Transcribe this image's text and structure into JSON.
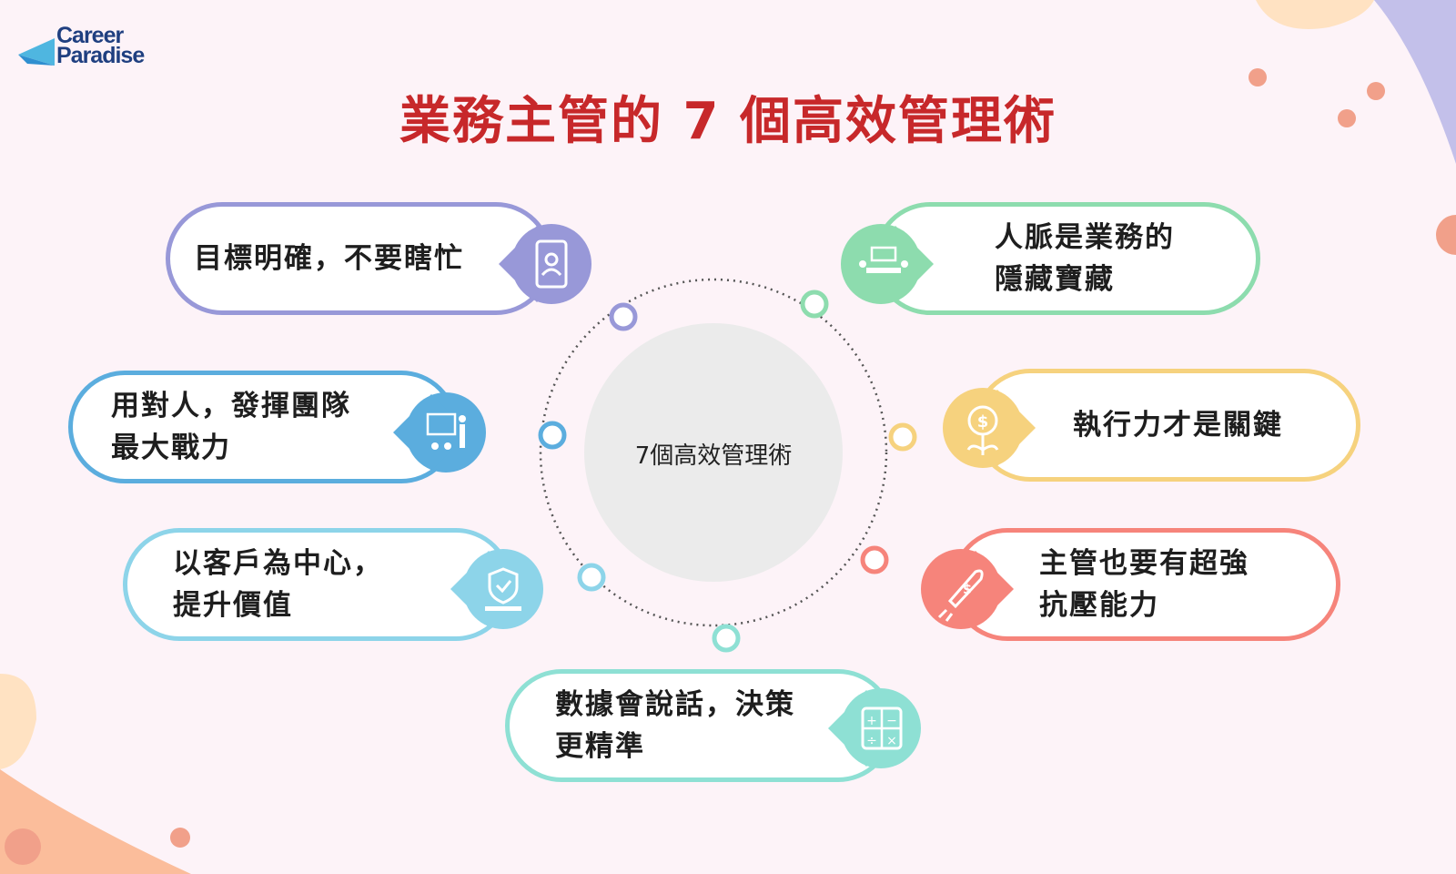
{
  "logo": {
    "line1": "Career",
    "line2": "Paradise"
  },
  "title": "業務主管的 7 個高效管理術",
  "center": "7個高效管理術",
  "items": [
    {
      "text": "目標明確，不要瞎忙",
      "color": "#9898d8",
      "icon": "clipboard-id-icon"
    },
    {
      "text": "人脈是業務的\n隱藏寶藏",
      "color": "#8ddcae",
      "icon": "meeting-icon"
    },
    {
      "text": "用對人，發揮團隊\n最大戰力",
      "color": "#5badde",
      "icon": "team-presentation-icon"
    },
    {
      "text": "執行力才是關鍵",
      "color": "#f6d27e",
      "icon": "money-plant-icon"
    },
    {
      "text": "以客戶為中心，\n提升價值",
      "color": "#8dd4e9",
      "icon": "shield-laptop-icon"
    },
    {
      "text": "主管也要有超強\n抗壓能力",
      "color": "#f6847b",
      "icon": "rocket-icon"
    },
    {
      "text": "數據會說話，決策\n更精準",
      "color": "#8ee0d4",
      "icon": "calculator-icon"
    }
  ]
}
